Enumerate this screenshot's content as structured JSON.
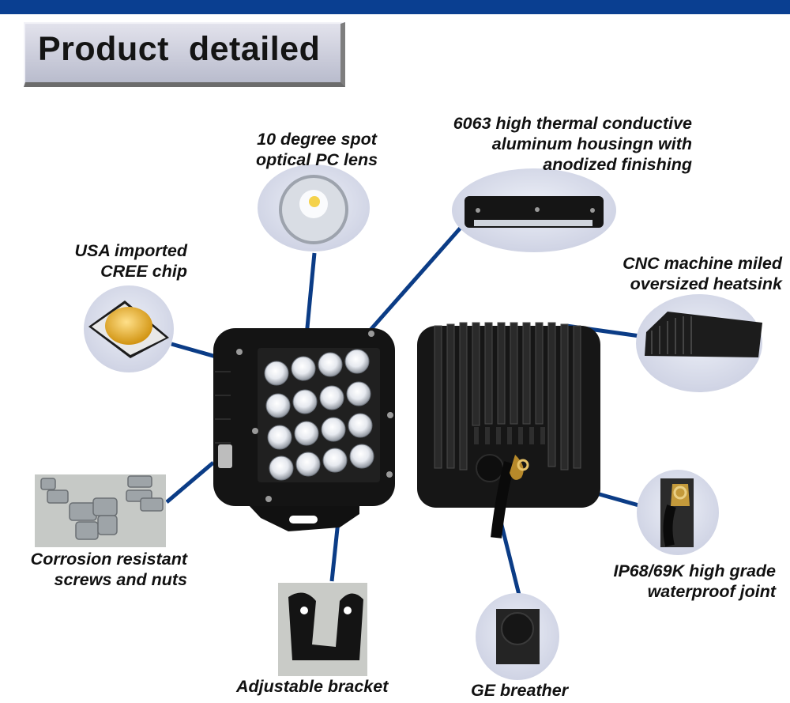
{
  "header": {
    "title": "Product  detailed"
  },
  "colors": {
    "top_bar": "#0a3f91",
    "leader_lines": "#0b3c86",
    "title_bg": "#c9cad8"
  },
  "features": {
    "lens": {
      "line1": "10 degree spot",
      "line2": "optical PC lens"
    },
    "housing": {
      "line1": "6063 high thermal conductive",
      "line2": "aluminum housingn with",
      "line3": "anodized finishing"
    },
    "chip": {
      "line1": "USA imported",
      "line2": "CREE chip"
    },
    "heatsink": {
      "line1": "CNC machine miled",
      "line2": "oversized heatsink"
    },
    "screws": {
      "line1": "Corrosion resistant",
      "line2": "screws and nuts"
    },
    "joint": {
      "line1": "IP68/69K high grade",
      "line2": "waterproof joint"
    },
    "bracket": {
      "line1": "Adjustable bracket"
    },
    "breather": {
      "line1": "GE breather"
    }
  }
}
